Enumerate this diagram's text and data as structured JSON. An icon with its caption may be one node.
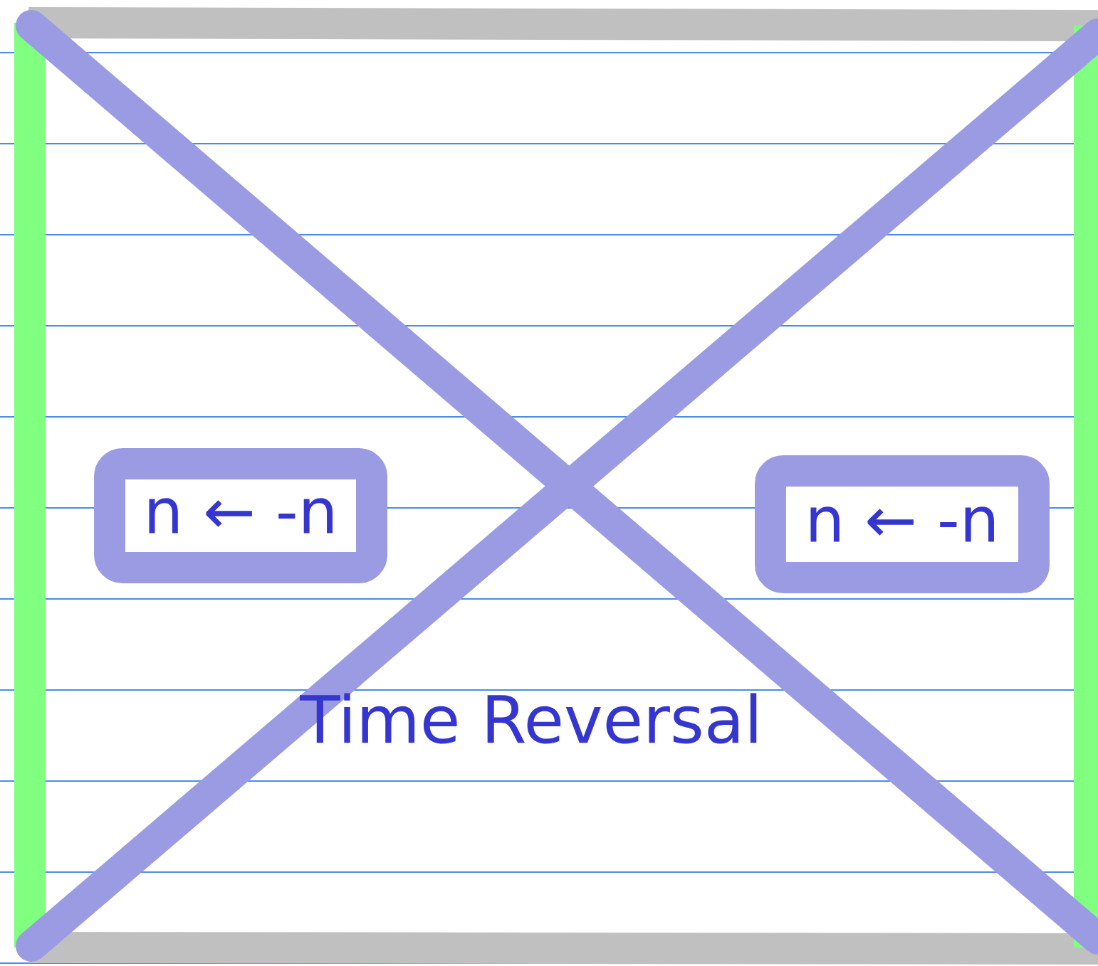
{
  "diagram": {
    "nodes": [
      {
        "text": [
          "n ← -n"
        ]
      },
      {
        "text": [
          "n ← -n"
        ]
      }
    ],
    "labels": [
      "Time Reversal"
    ]
  }
}
